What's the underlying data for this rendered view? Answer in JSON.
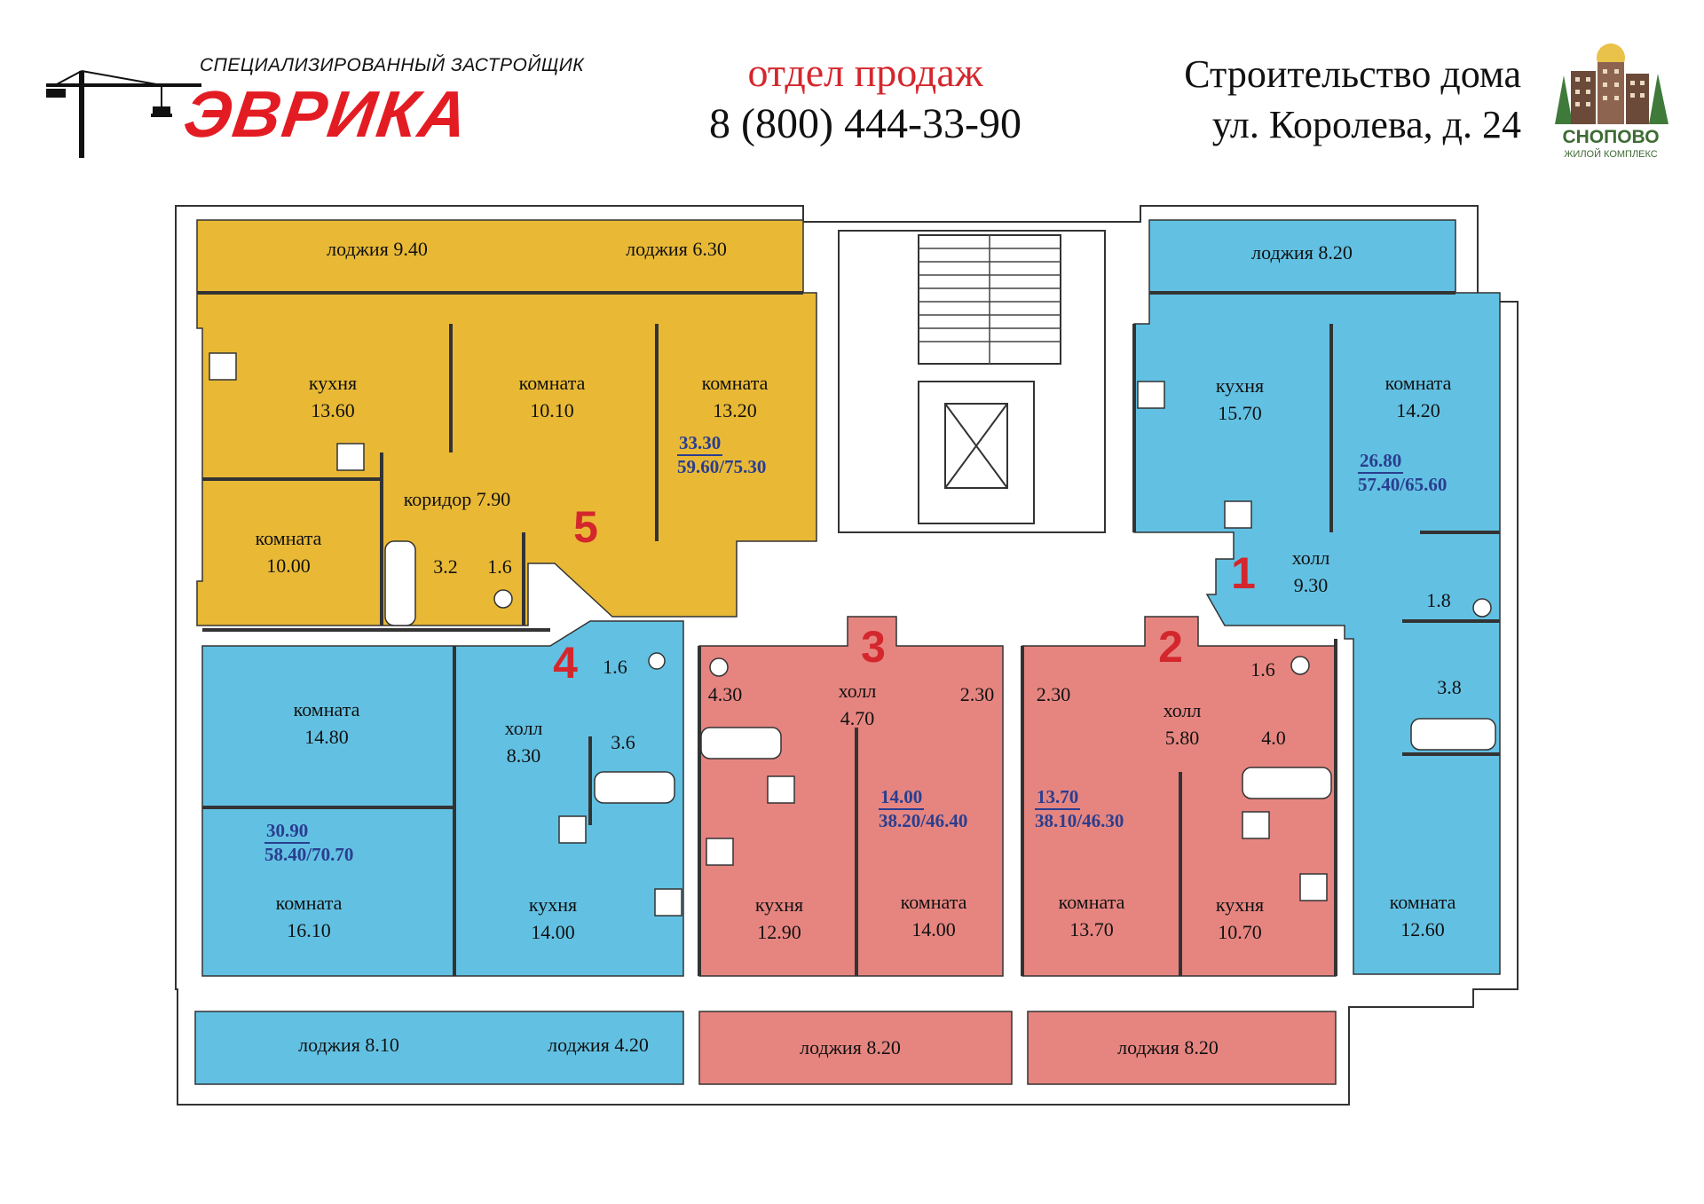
{
  "header": {
    "developer_subtitle": "СПЕЦИАЛИЗИРОВАННЫЙ ЗАСТРОЙЩИК",
    "developer_name": "ЭВРИКА",
    "sales_label": "отдел продаж",
    "sales_phone": "8 (800) 444-33-90",
    "construction_line1": "Строительство дома",
    "construction_line2": "ул. Королева, д. 24",
    "complex_name": "СНОПОВО",
    "complex_subtitle": "ЖИЛОЙ КОМПЛЕКС"
  },
  "colors": {
    "apartment_5": "#e9b936",
    "apartment_1_4": "#62c1e3",
    "apartment_2_3": "#e68580",
    "wall": "#ffffff",
    "outline": "#333333",
    "apartment_number": "#d4272d",
    "area_text": "#2a3e8f",
    "brand_red": "#e31c23"
  },
  "apartments": [
    {
      "number": "5",
      "living_area": "33.30",
      "total_area": "59.60/75.30"
    },
    {
      "number": "1",
      "living_area": "26.80",
      "total_area": "57.40/65.60"
    },
    {
      "number": "4",
      "living_area": "30.90",
      "total_area": "58.40/70.70"
    },
    {
      "number": "3",
      "living_area": "14.00",
      "total_area": "38.20/46.40"
    },
    {
      "number": "2",
      "living_area": "13.70",
      "total_area": "38.10/46.30"
    }
  ],
  "rooms": {
    "a5_loggia1": {
      "name": "лоджия",
      "area": "9.40"
    },
    "a5_loggia2": {
      "name": "лоджия",
      "area": "6.30"
    },
    "a5_kitchen": {
      "name": "кухня",
      "area": "13.60"
    },
    "a5_room1": {
      "name": "комната",
      "area": "10.10"
    },
    "a5_room2": {
      "name": "комната",
      "area": "13.20"
    },
    "a5_corridor": {
      "name": "коридор",
      "area": "7.90"
    },
    "a5_room3": {
      "name": "комната",
      "area": "10.00"
    },
    "a5_bath": {
      "area": "3.2"
    },
    "a5_wc": {
      "area": "1.6"
    },
    "a1_loggia": {
      "name": "лоджия",
      "area": "8.20"
    },
    "a1_kitchen": {
      "name": "кухня",
      "area": "15.70"
    },
    "a1_room1": {
      "name": "комната",
      "area": "14.20"
    },
    "a1_hall": {
      "name": "холл",
      "area": "9.30"
    },
    "a1_wc": {
      "area": "1.8"
    },
    "a1_bath": {
      "area": "3.8"
    },
    "a1_room2": {
      "name": "комната",
      "area": "12.60"
    },
    "a4_room1": {
      "name": "комната",
      "area": "14.80"
    },
    "a4_hall": {
      "name": "холл",
      "area": "8.30"
    },
    "a4_wc": {
      "area": "1.6"
    },
    "a4_bath": {
      "area": "3.6"
    },
    "a4_room2": {
      "name": "комната",
      "area": "16.10"
    },
    "a4_kitchen": {
      "name": "кухня",
      "area": "14.00"
    },
    "a4_loggia1": {
      "name": "лоджия",
      "area": "8.10"
    },
    "a4_loggia2": {
      "name": "лоджия",
      "area": "4.20"
    },
    "a3_bath": {
      "area": "4.30"
    },
    "a3_hall": {
      "name": "холл",
      "area": "4.70"
    },
    "a3_closet": {
      "area": "2.30"
    },
    "a3_kitchen": {
      "name": "кухня",
      "area": "12.90"
    },
    "a3_room": {
      "name": "комната",
      "area": "14.00"
    },
    "a3_loggia": {
      "name": "лоджия",
      "area": "8.20"
    },
    "a2_closet": {
      "area": "2.30"
    },
    "a2_hall": {
      "name": "холл",
      "area": "5.80"
    },
    "a2_wc": {
      "area": "1.6"
    },
    "a2_bath": {
      "area": "4.0"
    },
    "a2_room": {
      "name": "комната",
      "area": "13.70"
    },
    "a2_kitchen": {
      "name": "кухня",
      "area": "10.70"
    },
    "a2_loggia": {
      "name": "лоджия",
      "area": "8.20"
    }
  }
}
